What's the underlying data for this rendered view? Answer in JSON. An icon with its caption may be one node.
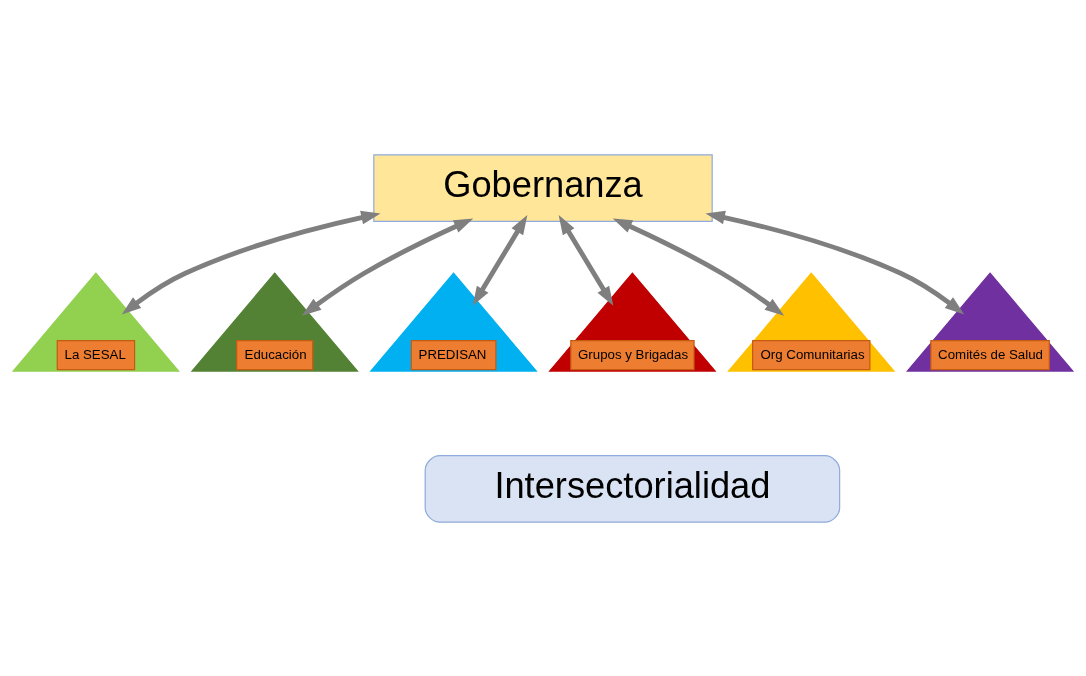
{
  "diagram": {
    "nodes": [
      {
        "text": [
          "Gobernanza"
        ]
      },
      {
        "text": [
          "La SESAL"
        ]
      },
      {
        "text": [
          "Educación"
        ]
      },
      {
        "text": [
          "PREDISAN"
        ]
      },
      {
        "text": [
          "Grupos y Brigadas"
        ]
      },
      {
        "text": [
          "Org Comunitarias"
        ]
      },
      {
        "text": [
          "Comités de Salud"
        ]
      },
      {
        "text": [
          "Intersectorialidad"
        ]
      }
    ],
    "edges": [
      {
        "from": 0,
        "to": 1,
        "arrow": "both"
      },
      {
        "from": 0,
        "to": 2,
        "arrow": "both"
      },
      {
        "from": 0,
        "to": 3,
        "arrow": "both"
      },
      {
        "from": 0,
        "to": 4,
        "arrow": "both"
      },
      {
        "from": 0,
        "to": 5,
        "arrow": "both"
      },
      {
        "from": 0,
        "to": 6,
        "arrow": "both"
      }
    ]
  }
}
